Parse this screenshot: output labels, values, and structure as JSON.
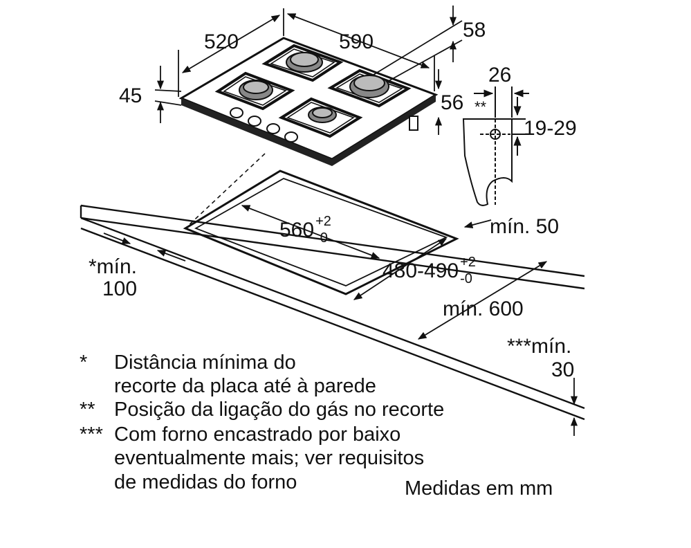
{
  "dims": {
    "d520": "520",
    "d590": "590",
    "d58": "58",
    "d45": "45",
    "d26": "26",
    "d56": "56",
    "d19_29": "19-29",
    "mark_double": "**",
    "d560": "560",
    "d560_tol_up": "+2",
    "d560_tol_dn": "-0",
    "d480": "480-490",
    "d480_tol_up": "+2",
    "d480_tol_dn": "-0",
    "min50": "mín. 50",
    "min100_a": "*mín.",
    "min100_b": "100",
    "min600": "mín. 600",
    "min30_a": "***mín.",
    "min30_b": "30"
  },
  "legend": [
    {
      "mark": "*",
      "lines": [
        "Distância mínima do",
        "recorte da placa até à parede"
      ]
    },
    {
      "mark": "**",
      "lines": [
        "Posição da ligação do gás no recorte"
      ]
    },
    {
      "mark": "***",
      "lines": [
        "Com forno encastrado por baixo",
        "eventualmente mais; ver requisitos",
        "de medidas do forno"
      ]
    }
  ],
  "units_note": "Medidas em mm"
}
